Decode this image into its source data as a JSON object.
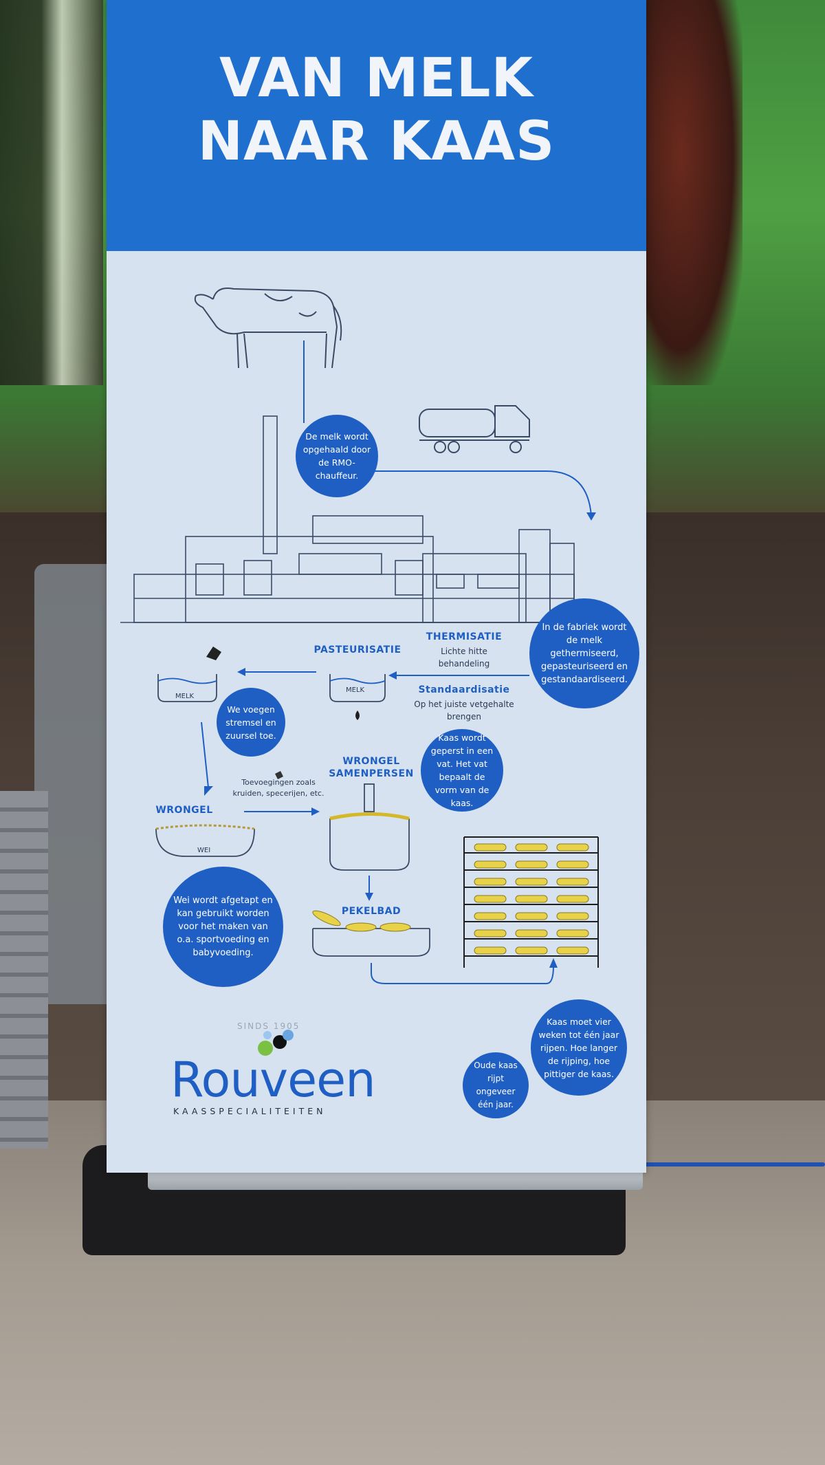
{
  "banner": {
    "title_line1": "VAN MELK",
    "title_line2": "NAAR KAAS"
  },
  "steps": {
    "pickup": "De melk wordt opgehaald door de RMO-chauffeur.",
    "factory": "In de fabriek wordt de melk gethermiseerd, gepasteuriseerd en gestandaardiseerd.",
    "thermisatie_title": "THERMISATIE",
    "thermisatie_desc": "Lichte hitte behandeling",
    "standaardisatie_title": "Standaardisatie",
    "standaardisatie_desc": "Op het juiste vetgehalte brengen",
    "pasteurisatie_title": "PASTEURISATIE",
    "melk_label_1": "MELK",
    "melk_label_2": "MELK",
    "stremsel": "We voegen stremsel en zuursel toe.",
    "pressing": "Kaas wordt geperst in een vat. Het vat bepaalt de vorm van de kaas.",
    "wrongel_samenpersen_title": "WRONGEL SAMENPERSEN",
    "additives": "Toevoegingen zoals kruiden, specerijen, etc.",
    "wrongel_title": "WRONGEL",
    "wei_label": "WEI",
    "whey": "Wei wordt afgetapt en kan gebruikt worden voor het maken van o.a. sportvoeding en babyvoeding.",
    "pekelbad_title": "PEKELBAD",
    "ripening": "Kaas moet vier weken tot één jaar rijpen. Hoe langer de rijping, hoe pittiger de kaas.",
    "old_cheese": "Oude kaas rijpt ongeveer één jaar."
  },
  "logo": {
    "since": "SINDS 1905",
    "name": "Rouveen",
    "tagline": "KAASSPECIALITEITEN"
  },
  "colors": {
    "banner_blue": "#1f6fcf",
    "circle_blue": "#1f5fc3",
    "panel": "#d6e2ef",
    "cheese_yellow": "#e8d24a"
  }
}
